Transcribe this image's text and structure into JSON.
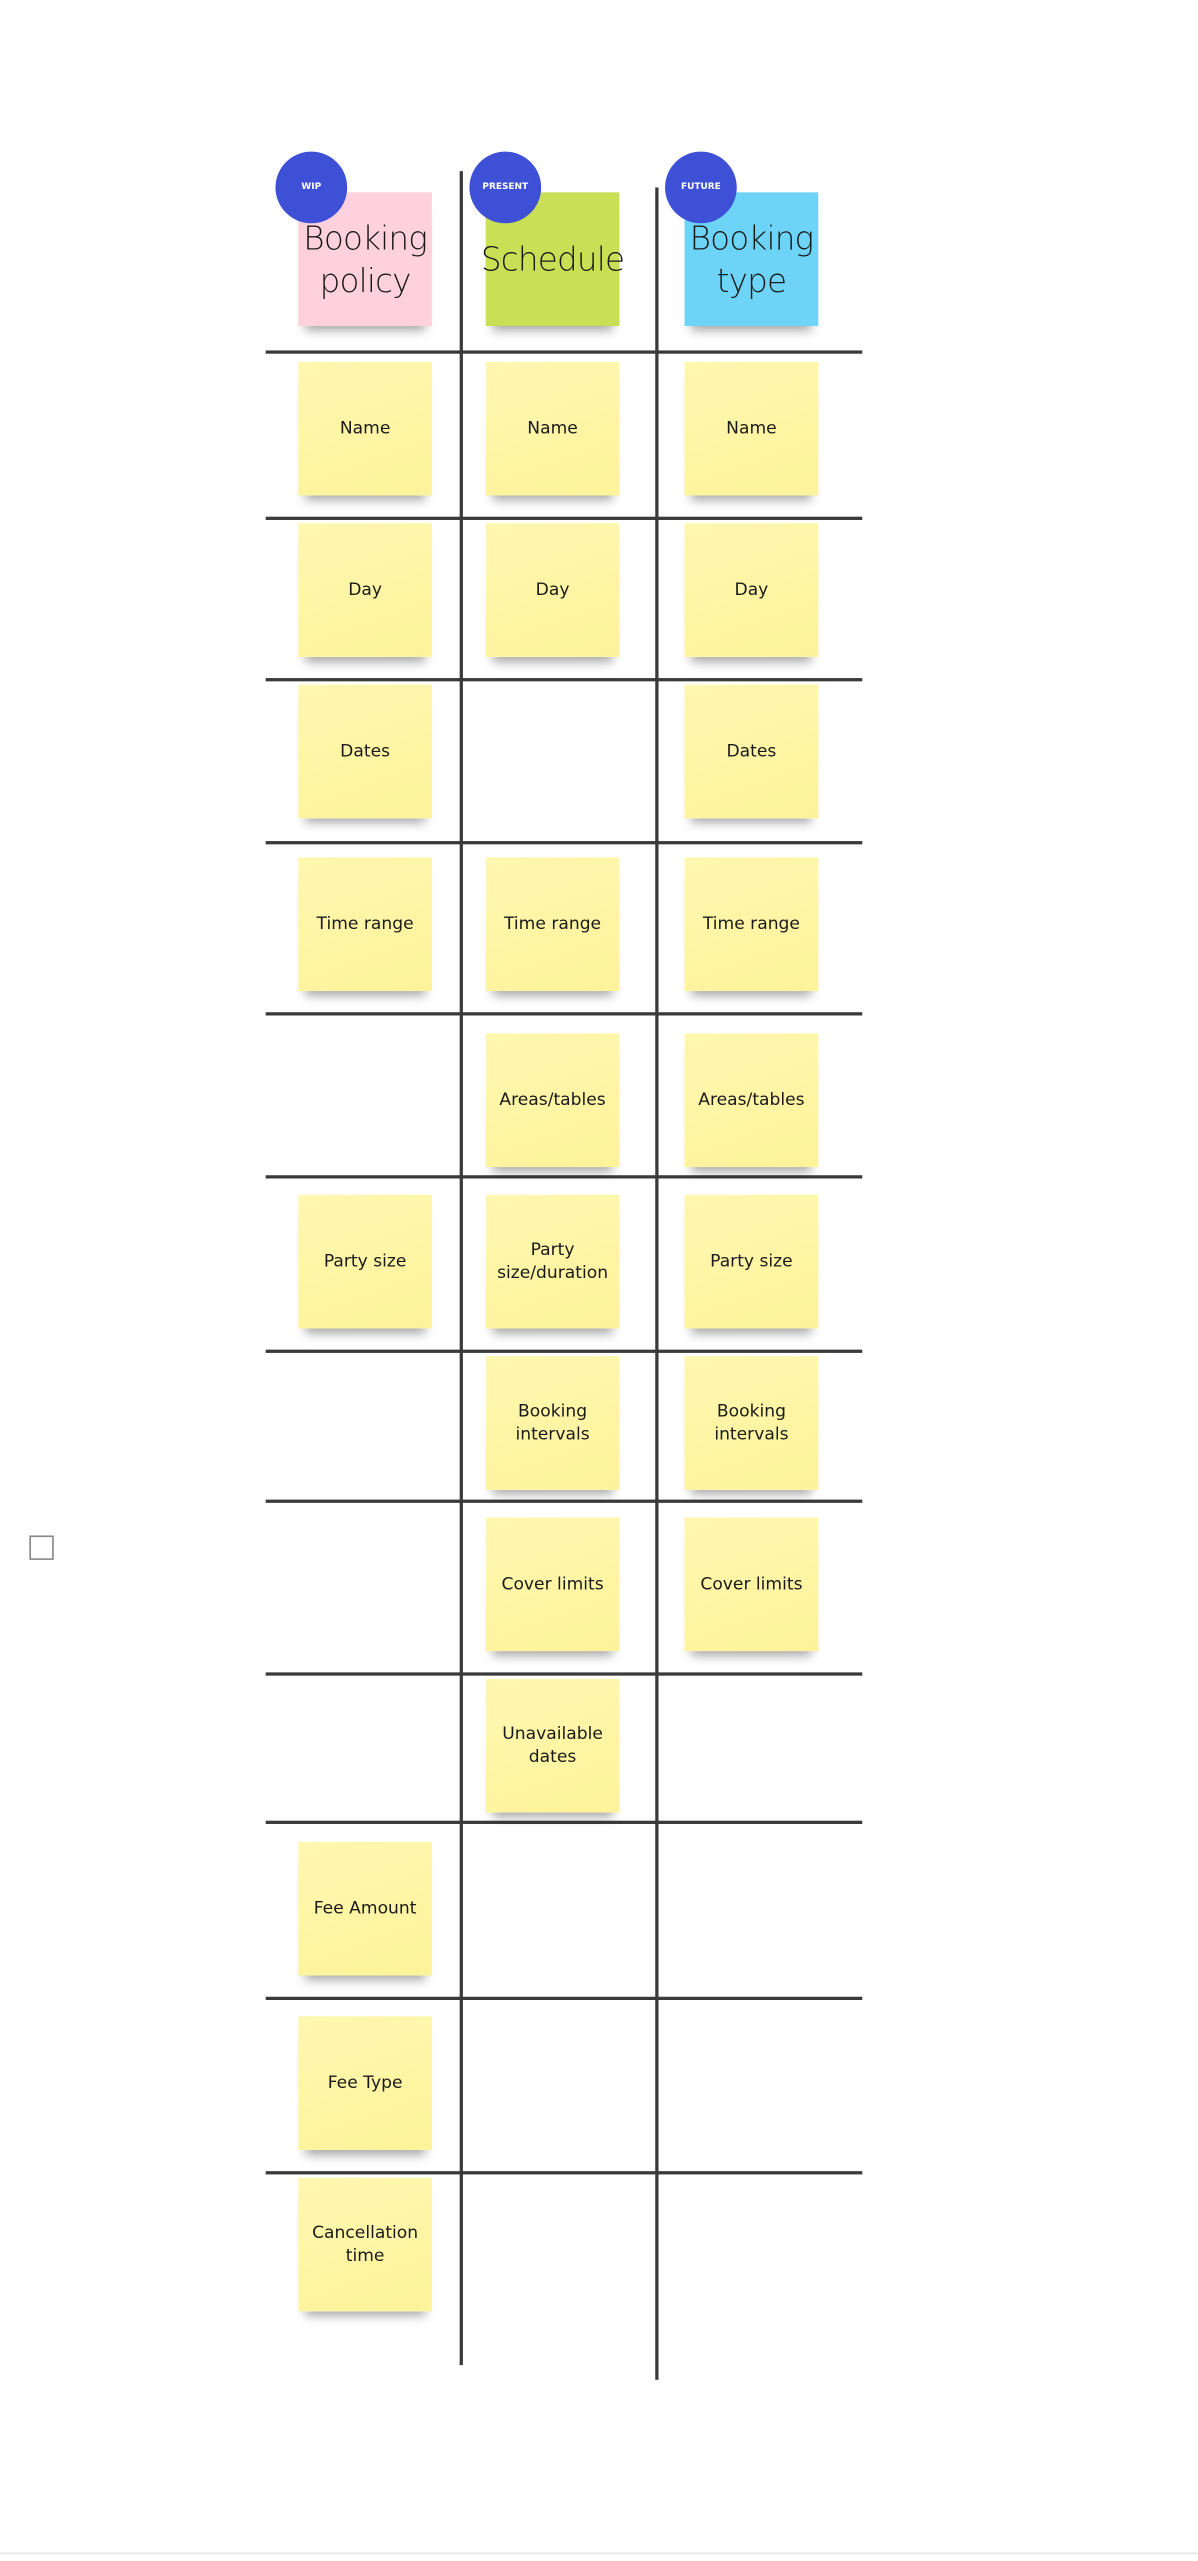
{
  "columns": [
    {
      "badge": "WIP",
      "header": "Booking policy",
      "header_color": "#ffd1df",
      "cells": [
        "Name",
        "Day",
        "Dates",
        "Time range",
        null,
        "Party size",
        null,
        null,
        null,
        "Fee Amount",
        "Fee Type",
        "Cancellation time"
      ]
    },
    {
      "badge": "PRESENT",
      "header": "Schedule",
      "header_color": "#c9df56",
      "cells": [
        "Name",
        "Day",
        null,
        "Time range",
        "Areas/tables",
        "Party size/duration",
        "Booking intervals",
        "Cover limits",
        "Unavailable dates",
        null,
        null,
        null
      ]
    },
    {
      "badge": "FUTURE",
      "header": "Booking type",
      "header_color": "#6dd4f8",
      "cells": [
        "Name",
        "Day",
        "Dates",
        "Time range",
        "Areas/tables",
        "Party size",
        "Booking intervals",
        "Cover limits",
        null,
        null,
        null,
        null
      ]
    }
  ],
  "colors": {
    "badge": "#3d50d6",
    "sticky": "#fff7b0"
  }
}
